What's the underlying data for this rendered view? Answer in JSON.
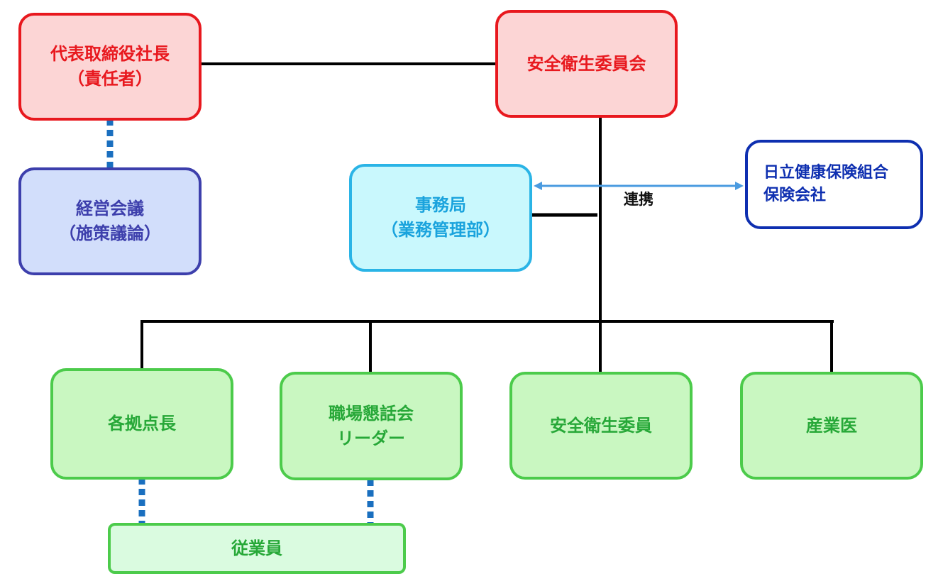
{
  "colors": {
    "executive": "#e8181e",
    "management": "#3d3fac",
    "secretariat": "#1aa3dd",
    "members": "#27a838",
    "partner": "#0e2fb0",
    "dotted_link": "#1a6fbf",
    "liaison_arrow": "#4a9be0"
  },
  "nodes": {
    "president": {
      "line1": "代表取締役社長",
      "line2": "（責任者）"
    },
    "management_meeting": {
      "line1": "経営会議",
      "line2": "（施策議論）"
    },
    "safety_committee": {
      "line1": "安全衛生委員会"
    },
    "secretariat": {
      "line1": "事務局",
      "line2": "（業務管理部）"
    },
    "partner": {
      "line1": "日立健康保険組合",
      "line2": "保険会社"
    },
    "base_managers": {
      "line1": "各拠点長"
    },
    "workplace_leaders": {
      "line1": "職場懇話会",
      "line2": "リーダー"
    },
    "safety_members": {
      "line1": "安全衛生委員"
    },
    "industrial_physician": {
      "line1": "産業医"
    },
    "employees": {
      "line1": "従業員"
    }
  },
  "liaison_label": "連携"
}
